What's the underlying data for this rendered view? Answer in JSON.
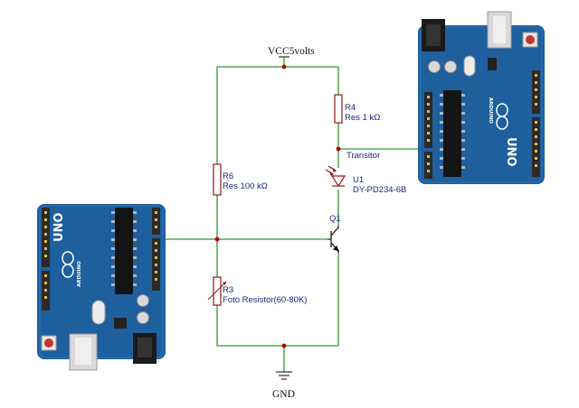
{
  "schematic": {
    "power_label": "VCC5volts",
    "ground_label": "GND",
    "components": {
      "r4": {
        "ref": "R4",
        "value": "Res 1 kΩ"
      },
      "r6": {
        "ref": "R6",
        "value": "Res 100 kΩ"
      },
      "r3": {
        "ref": "R3",
        "value": "Foto Resistor(60-80K)"
      },
      "u1": {
        "ref": "U1",
        "value": "DY-PD234-6B"
      },
      "q1": {
        "ref": "Q1"
      }
    },
    "net_labels": {
      "transistor": "Transitor"
    }
  },
  "boards": {
    "left": {
      "model": "UNO",
      "brand": "ARDUINO"
    },
    "right": {
      "model": "UNO",
      "brand": "ARDUINO"
    }
  },
  "colors": {
    "wire": "#2e9b2e",
    "junction": "#b30000",
    "resistor": "#8b1a1a",
    "board_blue": "#1e5f9e",
    "label_text": "#1a237e"
  }
}
